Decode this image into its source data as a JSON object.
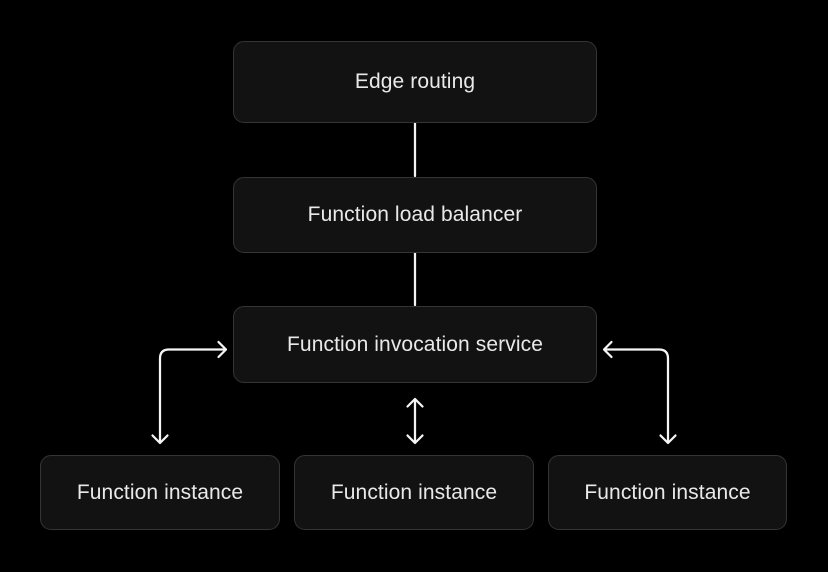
{
  "diagram": {
    "type": "architecture-flowchart",
    "colors": {
      "canvas": "#000000",
      "node_fill": "#121212",
      "node_border": "#343434",
      "node_text": "#e9e9e9",
      "connector": "#f5f5f5"
    },
    "nodes": [
      {
        "id": "edge-routing",
        "label": "Edge routing"
      },
      {
        "id": "function-load-balancer",
        "label": "Function load balancer"
      },
      {
        "id": "function-invocation-service",
        "label": "Function invocation service"
      },
      {
        "id": "function-instance-left",
        "label": "Function instance"
      },
      {
        "id": "function-instance-middle",
        "label": "Function instance"
      },
      {
        "id": "function-instance-right",
        "label": "Function instance"
      }
    ],
    "edges": [
      {
        "from": "edge-routing",
        "to": "function-load-balancer",
        "style": "plain-line"
      },
      {
        "from": "function-load-balancer",
        "to": "function-invocation-service",
        "style": "plain-line"
      },
      {
        "from": "function-invocation-service",
        "to": "function-instance-left",
        "style": "elbow-double-arrow"
      },
      {
        "from": "function-invocation-service",
        "to": "function-instance-middle",
        "style": "straight-double-arrow"
      },
      {
        "from": "function-invocation-service",
        "to": "function-instance-right",
        "style": "elbow-double-arrow"
      }
    ]
  }
}
